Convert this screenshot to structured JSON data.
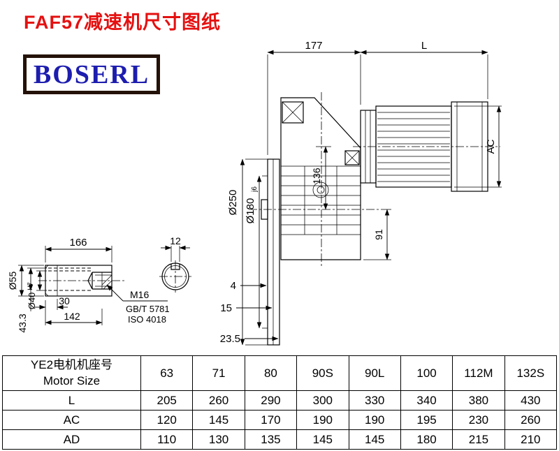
{
  "header": {
    "title": "FAF57减速机尺寸图纸",
    "logo_text": "BOSERL"
  },
  "colors": {
    "title_red": "#e51010",
    "logo_blue": "#1d1daf",
    "logo_border": "#241208",
    "line_black": "#000000"
  },
  "drawing": {
    "dim_177": "177",
    "dim_L": "L",
    "dim_AC": "AC",
    "dim_136": "136",
    "dim_91": "91",
    "dim_d250": "Ø250",
    "dim_d180": "Ø180",
    "dim_d180_tol": "j6",
    "dim_4": "4",
    "dim_15": "15",
    "dim_23_5": "23.5"
  },
  "shaft_view": {
    "dim_166": "166",
    "dim_12": "12",
    "dim_d55": "Ø55",
    "dim_d40": "Ø40",
    "dim_d40_tol": "H7",
    "dim_30": "30",
    "dim_142": "142",
    "dim_43_3": "43.3",
    "thread_label": "M16",
    "standard_gb": "GB/T 5781",
    "standard_iso": "ISO 4018"
  },
  "table": {
    "row_header_line1": "YE2电机机座号",
    "row_header_line2": "Motor Size",
    "motor_sizes": [
      "63",
      "71",
      "80",
      "90S",
      "90L",
      "100",
      "112M",
      "132S"
    ],
    "rows": [
      {
        "label": "L",
        "values": [
          "205",
          "260",
          "290",
          "300",
          "330",
          "340",
          "380",
          "430"
        ]
      },
      {
        "label": "AC",
        "values": [
          "120",
          "145",
          "170",
          "190",
          "190",
          "195",
          "230",
          "260"
        ]
      },
      {
        "label": "AD",
        "values": [
          "110",
          "130",
          "135",
          "145",
          "145",
          "180",
          "215",
          "210"
        ]
      }
    ]
  }
}
